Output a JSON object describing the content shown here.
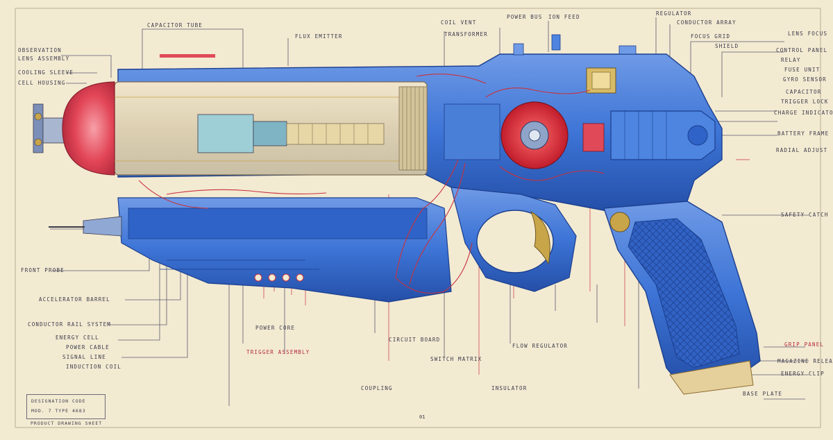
{
  "drawing": {
    "palette": {
      "paper": "#f3ead2",
      "body_blue": "#3d74d6",
      "dark_blue": "#1f4fb0",
      "glass": "#e9dcc0",
      "accent_red": "#e03c4c",
      "brass": "#c9a54a",
      "ink": "#3a3a4a",
      "callout_red": "#c8323e"
    },
    "subject": "ray-gun-icon",
    "title_block": {
      "line1": "DESIGNATION CODE",
      "line2": "MOD. 7 TYPE 4683"
    },
    "footer_note": "PRODUCT DRAWING SHEET",
    "sheet_number": "01",
    "labels": {
      "top": [
        "CAPACITOR TUBE",
        "FLUX EMITTER",
        "COIL VENT",
        "POWER BUS",
        "ION FEED",
        "REGULATOR",
        "CONDUCTOR ARRAY",
        "FOCUS GRID",
        "SHIELD",
        "TRANSFORMER"
      ],
      "left": [
        "OBSERVATION",
        "LENS ASSEMBLY",
        "COOLING SLEEVE",
        "CELL HOUSING",
        "FRONT PROBE",
        "ACCELERATOR BARREL",
        "CONDUCTOR RAIL SYSTEM",
        "ENERGY CELL",
        "POWER CABLE",
        "SIGNAL LINE",
        "INDUCTION COIL"
      ],
      "right": [
        "LENS FOCUS",
        "CONTROL PANEL",
        "RELAY",
        "FUSE UNIT",
        "GYRO SENSOR",
        "CAPACITOR",
        "TRIGGER LOCK",
        "CHARGE INDICATOR",
        "BATTERY FRAME",
        "RADIAL ADJUST",
        "SAFETY CATCH",
        "GRIP PANEL",
        "MAGAZINE RELEASE",
        "ENERGY CLIP",
        "BASE PLATE"
      ],
      "bottom": [
        "POWER CORE",
        "TRIGGER ASSEMBLY",
        "CIRCUIT BOARD",
        "SWITCH MATRIX",
        "FLOW REGULATOR",
        "COUPLING",
        "INSULATOR"
      ]
    }
  }
}
